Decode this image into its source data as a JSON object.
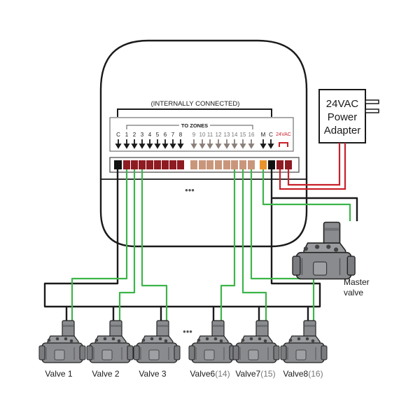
{
  "controller": {
    "internal_label": "(INTERNALLY CONNECTED)",
    "zones_label": "TO ZONES",
    "common_label": "C",
    "zone_numbers": [
      "1",
      "2",
      "3",
      "4",
      "5",
      "6",
      "7",
      "8",
      "9",
      "10",
      "11",
      "12",
      "13",
      "14",
      "15",
      "16"
    ],
    "master_label": "M",
    "common2_label": "C",
    "power_label": "24VAC",
    "more_label": "•••"
  },
  "adapter": {
    "line1": "24VAC",
    "line2": "Power",
    "line3": "Adapter"
  },
  "master_valve": {
    "line1": "Master",
    "line2": "valve"
  },
  "valves": [
    {
      "name": "Valve 1",
      "suffix": ""
    },
    {
      "name": "Valve 2",
      "suffix": ""
    },
    {
      "name": "Valve 3",
      "suffix": ""
    },
    {
      "name": "Valve6",
      "suffix": "(14)"
    },
    {
      "name": "Valve7",
      "suffix": "(15)"
    },
    {
      "name": "Valve8",
      "suffix": "(16)"
    }
  ],
  "valves_more_label": "•••",
  "colors": {
    "wire_green": "#3cb54a",
    "wire_red": "#c8202a",
    "wire_black": "#1a1a1a",
    "terminal_dark_red": "#8e1b22",
    "terminal_light": "#c9967c",
    "terminal_master": "#e8922e",
    "valve_gray": "#8a8b8e"
  }
}
